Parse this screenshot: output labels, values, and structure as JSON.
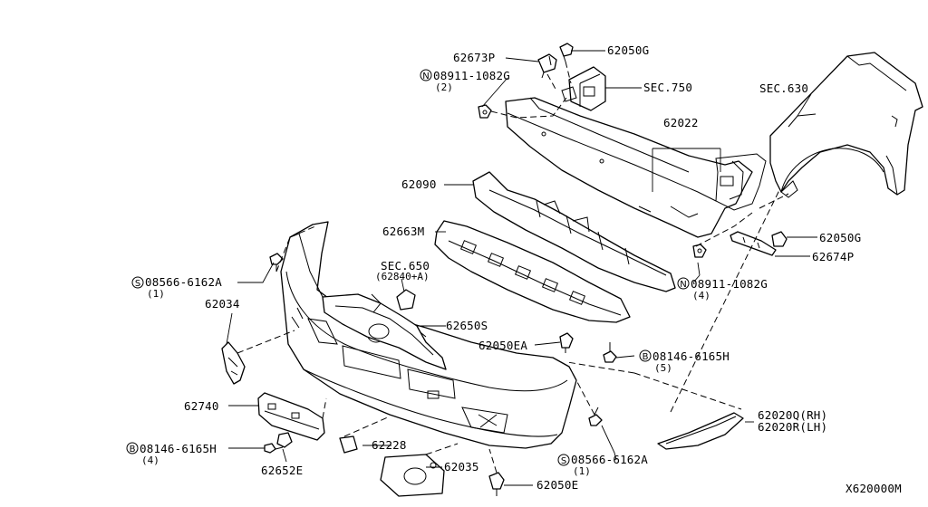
{
  "diagram_id": "X620000M",
  "parts": {
    "p62050G_top": "62050G",
    "p62673P": "62673P",
    "bolt_top_code": "08911-1082G",
    "bolt_top_qty": "(2)",
    "sec750": "SEC.750",
    "sec630": "SEC.630",
    "p62022": "62022",
    "p62090": "62090",
    "p62663M": "62663M",
    "sec650": "SEC.650",
    "sec650_sub": "(62840+A)",
    "screw_left_code": "08566-6162A",
    "screw_left_qty": "(1)",
    "p62034": "62034",
    "p62650S": "62650S",
    "p62050EA": "62050EA",
    "p62050G_right": "62050G",
    "p62674P": "62674P",
    "bolt_right_code": "08911-1082G",
    "bolt_right_qty": "(4)",
    "bolt_mid_code": "08146-6165H",
    "bolt_mid_qty": "(5)",
    "p62740": "62740",
    "bolt_low_code": "08146-6165H",
    "bolt_low_qty": "(4)",
    "p62652E": "62652E",
    "p62228": "62228",
    "p62035": "62035",
    "p62050E": "62050E",
    "screw_right_code": "08566-6162A",
    "screw_right_qty": "(1)",
    "p62020Q": "62020Q(RH)",
    "p62020R": "62020R(LH)"
  },
  "symbols": {
    "nut": "N",
    "screw": "S",
    "bolt": "B"
  }
}
